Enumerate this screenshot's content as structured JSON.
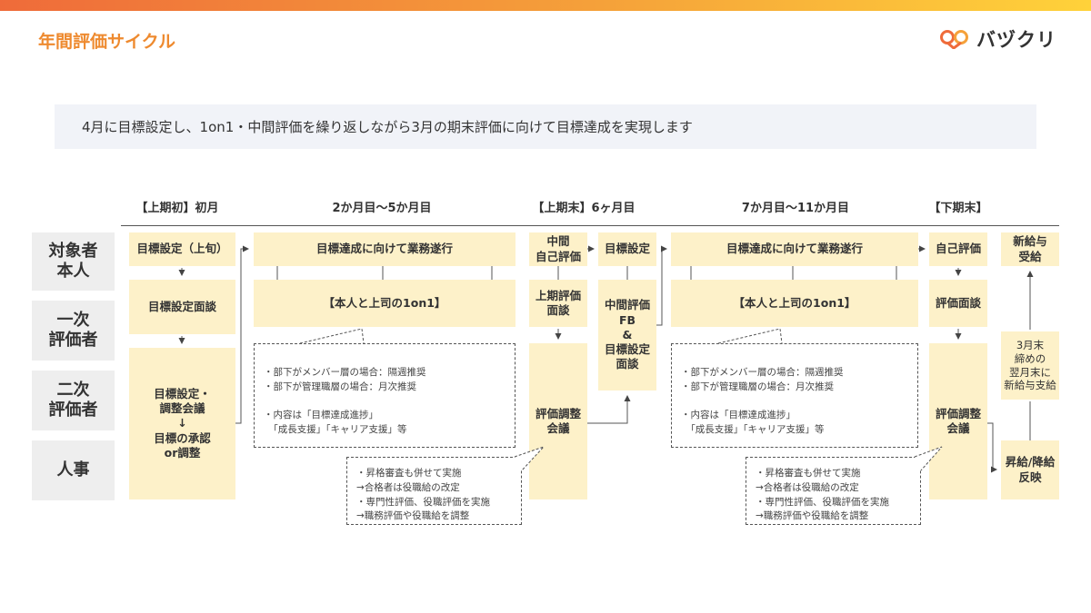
{
  "header": {
    "title": "年間評価サイクル",
    "logo_text": "バヅクリ",
    "accent_color": "#ee8a2f",
    "box_color": "#fdf1c9"
  },
  "banner": {
    "text": "4月に目標設定し、1on1・中間評価を繰り返しながら3月の期末評価に向けて目標達成を実現します"
  },
  "phases": {
    "p1": "【上期初】初月",
    "p2": "2か月目〜5か月目",
    "p3": "【上期末】6ヶ月目",
    "p4": "7か月目〜11か月目",
    "p5": "【下期末】"
  },
  "roles": {
    "self": "対象者\n本人",
    "first": "一次\n評価者",
    "second": "二次\n評価者",
    "hr": "人事"
  },
  "boxes": {
    "goal_setting_early": "目標設定（上旬）",
    "goal_interview": "目標設定面談",
    "adjust_meeting": "目標設定・\n調整会議\n↓\n目標の承認\nor調整",
    "task_exec_1": "目標達成に向けて業務遂行",
    "oneonone_1": "【本人と上司の1on1】",
    "mid_self_eval": "中間\n自己評価",
    "h1_eval_interview": "上期評価\n面談",
    "eval_adjust_meeting_1": "評価調整\n会議",
    "goal_setting_mid": "目標設定",
    "mid_fb_interview": "中間評価\nFB\n&\n目標設定\n面談",
    "task_exec_2": "目標達成に向けて業務遂行",
    "oneonone_2": "【本人と上司の1on1】",
    "self_eval": "自己評価",
    "eval_interview": "評価面談",
    "eval_adjust_meeting_2": "評価調整\n会議",
    "new_salary": "新給与\n受給",
    "new_salary_note": "3月末\n締めの\n翌月末に\n新給与支給",
    "raise_reflect": "昇給/降給\n反映"
  },
  "notes": {
    "oneonone_note_1": "・部下がメンバー層の場合：隔週推奨\n・部下が管理職層の場合：月次推奨\n\n・内容は「目標達成進捗」\n　「成長支援」「キャリア支援」等",
    "oneonone_note_2": "・部下がメンバー層の場合：隔週推奨\n・部下が管理職層の場合：月次推奨\n\n・内容は「目標達成進捗」\n　「成長支援」「キャリア支援」等",
    "hr_note_1": "・昇格審査も併せて実施\n→合格者は役職給の改定\n・専門性評価、役職評価を実施\n→職務評価や役職給を調整",
    "hr_note_2": "・昇格審査も併せて実施\n→合格者は役職給の改定\n・専門性評価、役職評価を実施\n→職務評価や役職給を調整"
  }
}
